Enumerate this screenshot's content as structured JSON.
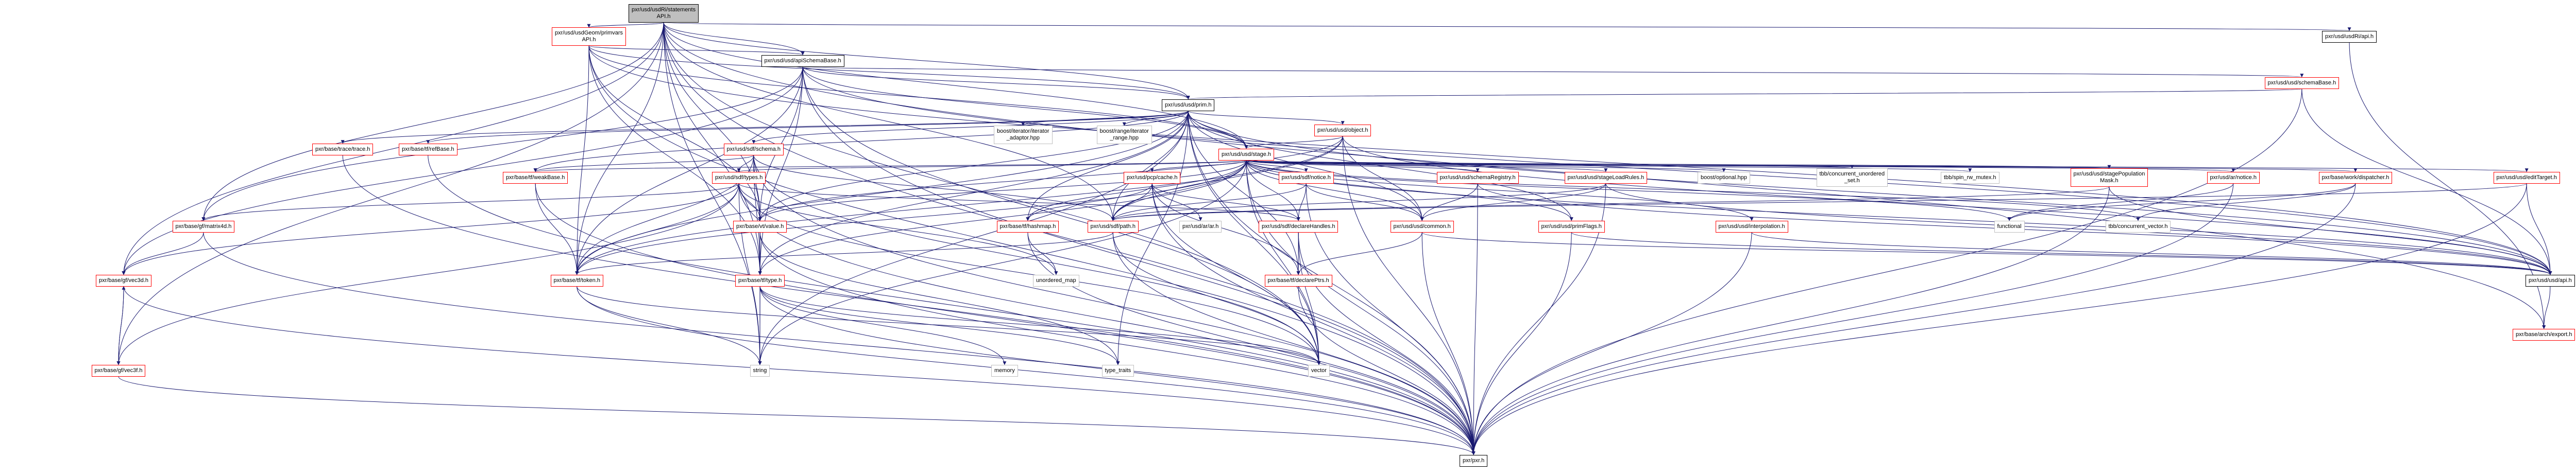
{
  "title": "pxr/usd/usdRi/statementsAPI.h include dependency graph",
  "colors": {
    "edge": "#191970",
    "incomplete_border": "#ff0000",
    "complete_border": "#000000",
    "external_border": "#bfbfbf",
    "root_fill": "#bfbfbf"
  },
  "nodes": [
    {
      "id": "statementsAPI",
      "label": "pxr/usd/usdRi/statements\nAPI.h",
      "style": "root"
    },
    {
      "id": "primvarsAPI",
      "label": "pxr/usd/usdGeom/primvars\nAPI.h",
      "style": "red"
    },
    {
      "id": "usdRiApi",
      "label": "pxr/usd/usdRi/api.h",
      "style": "black"
    },
    {
      "id": "apiSchemaBase",
      "label": "pxr/usd/usd/apiSchemaBase.h",
      "style": "black"
    },
    {
      "id": "schemaBase",
      "label": "pxr/usd/usd/schemaBase.h",
      "style": "red"
    },
    {
      "id": "prim",
      "label": "pxr/usd/usd/prim.h",
      "style": "black"
    },
    {
      "id": "iterAdaptor",
      "label": "boost/iterator/iterator\n_adaptor.hpp",
      "style": "gray"
    },
    {
      "id": "iterRange",
      "label": "boost/range/iterator\n_range.hpp",
      "style": "gray"
    },
    {
      "id": "object",
      "label": "pxr/usd/usd/object.h",
      "style": "red"
    },
    {
      "id": "trace",
      "label": "pxr/base/trace/trace.h",
      "style": "red"
    },
    {
      "id": "refBase",
      "label": "pxr/base/tf/refBase.h",
      "style": "red"
    },
    {
      "id": "sdfSchema",
      "label": "pxr/usd/sdf/schema.h",
      "style": "red"
    },
    {
      "id": "stage",
      "label": "pxr/usd/usd/stage.h",
      "style": "red"
    },
    {
      "id": "weakBase",
      "label": "pxr/base/tf/weakBase.h",
      "style": "red"
    },
    {
      "id": "sdfTypes",
      "label": "pxr/usd/sdf/types.h",
      "style": "red"
    },
    {
      "id": "pcpCache",
      "label": "pxr/usd/pcp/cache.h",
      "style": "red"
    },
    {
      "id": "sdfNotice",
      "label": "pxr/usd/sdf/notice.h",
      "style": "red"
    },
    {
      "id": "schemaRegistry",
      "label": "pxr/usd/usd/schemaRegistry.h",
      "style": "red"
    },
    {
      "id": "stageLoadRules",
      "label": "pxr/usd/usd/stageLoadRules.h",
      "style": "red"
    },
    {
      "id": "boostOptional",
      "label": "boost/optional.hpp",
      "style": "gray"
    },
    {
      "id": "tbbUnorderedSet",
      "label": "tbb/concurrent_unordered\n_set.h",
      "style": "gray"
    },
    {
      "id": "tbbSpin",
      "label": "tbb/spin_rw_mutex.h",
      "style": "gray"
    },
    {
      "id": "popMask",
      "label": "pxr/usd/usd/stagePopulation\nMask.h",
      "style": "red"
    },
    {
      "id": "arNotice",
      "label": "pxr/usd/ar/notice.h",
      "style": "red"
    },
    {
      "id": "dispatcher",
      "label": "pxr/base/work/dispatcher.h",
      "style": "red"
    },
    {
      "id": "editTarget",
      "label": "pxr/usd/usd/editTarget.h",
      "style": "red"
    },
    {
      "id": "matrix4d",
      "label": "pxr/base/gf/matrix4d.h",
      "style": "red"
    },
    {
      "id": "vtValue",
      "label": "pxr/base/vt/value.h",
      "style": "red"
    },
    {
      "id": "hashmap",
      "label": "pxr/base/tf/hashmap.h",
      "style": "red"
    },
    {
      "id": "sdfPath",
      "label": "pxr/usd/sdf/path.h",
      "style": "red"
    },
    {
      "id": "arAr",
      "label": "pxr/usd/ar/ar.h",
      "style": "gray"
    },
    {
      "id": "declareHandles",
      "label": "pxr/usd/sdf/declareHandles.h",
      "style": "red"
    },
    {
      "id": "usdCommon",
      "label": "pxr/usd/usd/common.h",
      "style": "red"
    },
    {
      "id": "primFlags",
      "label": "pxr/usd/usd/primFlags.h",
      "style": "red"
    },
    {
      "id": "interpolation",
      "label": "pxr/usd/usd/interpolation.h",
      "style": "red"
    },
    {
      "id": "functional",
      "label": "functional",
      "style": "gray"
    },
    {
      "id": "tbbVector",
      "label": "tbb/concurrent_vector.h",
      "style": "gray"
    },
    {
      "id": "vec3d",
      "label": "pxr/base/gf/vec3d.h",
      "style": "red"
    },
    {
      "id": "token",
      "label": "pxr/base/tf/token.h",
      "style": "red"
    },
    {
      "id": "tfType",
      "label": "pxr/base/tf/type.h",
      "style": "red"
    },
    {
      "id": "unorderedMap",
      "label": "unordered_map",
      "style": "gray"
    },
    {
      "id": "declarePtrs",
      "label": "pxr/base/tf/declarePtrs.h",
      "style": "red"
    },
    {
      "id": "usdApi",
      "label": "pxr/usd/usd/api.h",
      "style": "black"
    },
    {
      "id": "archExport",
      "label": "pxr/base/arch/export.h",
      "style": "red"
    },
    {
      "id": "vec3f",
      "label": "pxr/base/gf/vec3f.h",
      "style": "red"
    },
    {
      "id": "string",
      "label": "string",
      "style": "gray"
    },
    {
      "id": "memory",
      "label": "memory",
      "style": "gray"
    },
    {
      "id": "typeTraits",
      "label": "type_traits",
      "style": "gray"
    },
    {
      "id": "vector",
      "label": "vector",
      "style": "gray"
    },
    {
      "id": "pxr",
      "label": "pxr/pxr.h",
      "style": "black"
    }
  ],
  "edges": [
    [
      "statementsAPI",
      "primvarsAPI"
    ],
    [
      "statementsAPI",
      "apiSchemaBase"
    ],
    [
      "statementsAPI",
      "prim"
    ],
    [
      "statementsAPI",
      "stage"
    ],
    [
      "statementsAPI",
      "usdRiApi"
    ],
    [
      "statementsAPI",
      "matrix4d"
    ],
    [
      "statementsAPI",
      "vec3d"
    ],
    [
      "statementsAPI",
      "vec3f"
    ],
    [
      "statementsAPI",
      "token"
    ],
    [
      "statementsAPI",
      "vtValue"
    ],
    [
      "statementsAPI",
      "tfType"
    ],
    [
      "statementsAPI",
      "string"
    ],
    [
      "statementsAPI",
      "pxr"
    ],
    [
      "statementsAPI",
      "vector"
    ],
    [
      "statementsAPI",
      "sdfPath"
    ],
    [
      "statementsAPI",
      "archExport"
    ],
    [
      "primvarsAPI",
      "apiSchemaBase"
    ],
    [
      "primvarsAPI",
      "prim"
    ],
    [
      "primvarsAPI",
      "stage"
    ],
    [
      "primvarsAPI",
      "vtValue"
    ],
    [
      "primvarsAPI",
      "token"
    ],
    [
      "primvarsAPI",
      "tfType"
    ],
    [
      "primvarsAPI",
      "pxr"
    ],
    [
      "primvarsAPI",
      "usdApi"
    ],
    [
      "apiSchemaBase",
      "schemaBase"
    ],
    [
      "apiSchemaBase",
      "prim"
    ],
    [
      "apiSchemaBase",
      "stage"
    ],
    [
      "apiSchemaBase",
      "token"
    ],
    [
      "apiSchemaBase",
      "vtValue"
    ],
    [
      "apiSchemaBase",
      "tfType"
    ],
    [
      "apiSchemaBase",
      "pxr"
    ],
    [
      "apiSchemaBase",
      "vector"
    ],
    [
      "apiSchemaBase",
      "usdApi"
    ],
    [
      "apiSchemaBase",
      "matrix4d"
    ],
    [
      "apiSchemaBase",
      "vec3d"
    ],
    [
      "schemaBase",
      "prim"
    ],
    [
      "schemaBase",
      "usdApi"
    ],
    [
      "schemaBase",
      "pxr"
    ],
    [
      "usdRiApi",
      "archExport"
    ],
    [
      "prim",
      "iterAdaptor"
    ],
    [
      "prim",
      "iterRange"
    ],
    [
      "prim",
      "object"
    ],
    [
      "prim",
      "stage"
    ],
    [
      "prim",
      "trace"
    ],
    [
      "prim",
      "refBase"
    ],
    [
      "prim",
      "sdfSchema"
    ],
    [
      "prim",
      "vtValue"
    ],
    [
      "prim",
      "tfType"
    ],
    [
      "prim",
      "token"
    ],
    [
      "prim",
      "sdfPath"
    ],
    [
      "prim",
      "primFlags"
    ],
    [
      "prim",
      "usdCommon"
    ],
    [
      "prim",
      "vector"
    ],
    [
      "prim",
      "string"
    ],
    [
      "prim",
      "typeTraits"
    ],
    [
      "prim",
      "pxr"
    ],
    [
      "prim",
      "usdApi"
    ],
    [
      "prim",
      "weakBase"
    ],
    [
      "prim",
      "declarePtrs"
    ],
    [
      "prim",
      "hashmap"
    ],
    [
      "object",
      "stage"
    ],
    [
      "object",
      "sdfPath"
    ],
    [
      "object",
      "usdCommon"
    ],
    [
      "object",
      "usdApi"
    ],
    [
      "object",
      "pxr"
    ],
    [
      "object",
      "vtValue"
    ],
    [
      "object",
      "token"
    ],
    [
      "stage",
      "pcpCache"
    ],
    [
      "stage",
      "sdfNotice"
    ],
    [
      "stage",
      "schemaRegistry"
    ],
    [
      "stage",
      "stageLoadRules"
    ],
    [
      "stage",
      "boostOptional"
    ],
    [
      "stage",
      "tbbUnorderedSet"
    ],
    [
      "stage",
      "tbbSpin"
    ],
    [
      "stage",
      "popMask"
    ],
    [
      "stage",
      "arNotice"
    ],
    [
      "stage",
      "dispatcher"
    ],
    [
      "stage",
      "editTarget"
    ],
    [
      "stage",
      "primFlags"
    ],
    [
      "stage",
      "interpolation"
    ],
    [
      "stage",
      "usdCommon"
    ],
    [
      "stage",
      "vtValue"
    ],
    [
      "stage",
      "hashmap"
    ],
    [
      "stage",
      "declareHandles"
    ],
    [
      "stage",
      "sdfPath"
    ],
    [
      "stage",
      "tfType"
    ],
    [
      "stage",
      "token"
    ],
    [
      "stage",
      "vector"
    ],
    [
      "stage",
      "string"
    ],
    [
      "stage",
      "pxr"
    ],
    [
      "stage",
      "usdApi"
    ],
    [
      "stage",
      "functional"
    ],
    [
      "stage",
      "tbbVector"
    ],
    [
      "stage",
      "sdfTypes"
    ],
    [
      "stage",
      "weakBase"
    ],
    [
      "sdfSchema",
      "weakBase"
    ],
    [
      "sdfSchema",
      "sdfTypes"
    ],
    [
      "sdfSchema",
      "token"
    ],
    [
      "sdfSchema",
      "tfType"
    ],
    [
      "sdfSchema",
      "vtValue"
    ],
    [
      "sdfSchema",
      "sdfPath"
    ],
    [
      "sdfSchema",
      "pxr"
    ],
    [
      "sdfSchema",
      "vector"
    ],
    [
      "sdfTypes",
      "matrix4d"
    ],
    [
      "sdfTypes",
      "vec3d"
    ],
    [
      "sdfTypes",
      "vec3f"
    ],
    [
      "sdfTypes",
      "token"
    ],
    [
      "sdfTypes",
      "vtValue"
    ],
    [
      "sdfTypes",
      "declareHandles"
    ],
    [
      "sdfTypes",
      "pxr"
    ],
    [
      "sdfTypes",
      "vector"
    ],
    [
      "sdfTypes",
      "string"
    ],
    [
      "sdfTypes",
      "unorderedMap"
    ],
    [
      "weakBase",
      "token"
    ],
    [
      "weakBase",
      "pxr"
    ],
    [
      "trace",
      "pxr"
    ],
    [
      "refBase",
      "pxr"
    ],
    [
      "matrix4d",
      "vec3d"
    ],
    [
      "matrix4d",
      "pxr"
    ],
    [
      "vec3d",
      "vec3f"
    ],
    [
      "vec3d",
      "pxr"
    ],
    [
      "vec3f",
      "vec3d"
    ],
    [
      "vec3f",
      "pxr"
    ],
    [
      "vtValue",
      "tfType"
    ],
    [
      "vtValue",
      "string"
    ],
    [
      "vtValue",
      "typeTraits"
    ],
    [
      "vtValue",
      "pxr"
    ],
    [
      "hashmap",
      "unorderedMap"
    ],
    [
      "hashmap",
      "pxr"
    ],
    [
      "token",
      "string"
    ],
    [
      "token",
      "vector"
    ],
    [
      "token",
      "pxr"
    ],
    [
      "tfType",
      "string"
    ],
    [
      "tfType",
      "vector"
    ],
    [
      "tfType",
      "memory"
    ],
    [
      "tfType",
      "typeTraits"
    ],
    [
      "tfType",
      "pxr"
    ],
    [
      "pcpCache",
      "sdfPath"
    ],
    [
      "pcpCache",
      "arAr"
    ],
    [
      "pcpCache",
      "declareHandles"
    ],
    [
      "pcpCache",
      "declarePtrs"
    ],
    [
      "pcpCache",
      "vector"
    ],
    [
      "pcpCache",
      "pxr"
    ],
    [
      "pcpCache",
      "hashmap"
    ],
    [
      "sdfNotice",
      "sdfPath"
    ],
    [
      "sdfNotice",
      "declareHandles"
    ],
    [
      "sdfNotice",
      "usdCommon"
    ],
    [
      "sdfNotice",
      "pxr"
    ],
    [
      "schemaRegistry",
      "usdCommon"
    ],
    [
      "schemaRegistry",
      "usdApi"
    ],
    [
      "schemaRegistry",
      "pxr"
    ],
    [
      "stageLoadRules",
      "usdCommon"
    ],
    [
      "stageLoadRules",
      "sdfPath"
    ],
    [
      "stageLoadRules",
      "usdApi"
    ],
    [
      "stageLoadRules",
      "pxr"
    ],
    [
      "sdfPath",
      "vector"
    ],
    [
      "sdfPath",
      "pxr"
    ],
    [
      "sdfPath",
      "token"
    ],
    [
      "declareHandles",
      "declarePtrs"
    ],
    [
      "declareHandles",
      "vector"
    ],
    [
      "declareHandles",
      "pxr"
    ],
    [
      "usdCommon",
      "declarePtrs"
    ],
    [
      "usdCommon",
      "usdApi"
    ],
    [
      "usdCommon",
      "pxr"
    ],
    [
      "declarePtrs",
      "pxr"
    ],
    [
      "popMask",
      "sdfPath"
    ],
    [
      "popMask",
      "usdApi"
    ],
    [
      "popMask",
      "pxr"
    ],
    [
      "arNotice",
      "functional"
    ],
    [
      "arNotice",
      "pxr"
    ],
    [
      "dispatcher",
      "functional"
    ],
    [
      "dispatcher",
      "tbbVector"
    ],
    [
      "dispatcher",
      "pxr"
    ],
    [
      "editTarget",
      "usdApi"
    ],
    [
      "editTarget",
      "pxr"
    ],
    [
      "editTarget",
      "sdfPath"
    ],
    [
      "primFlags",
      "usdApi"
    ],
    [
      "primFlags",
      "pxr"
    ],
    [
      "interpolation",
      "usdApi"
    ],
    [
      "interpolation",
      "pxr"
    ],
    [
      "usdApi",
      "archExport"
    ]
  ]
}
